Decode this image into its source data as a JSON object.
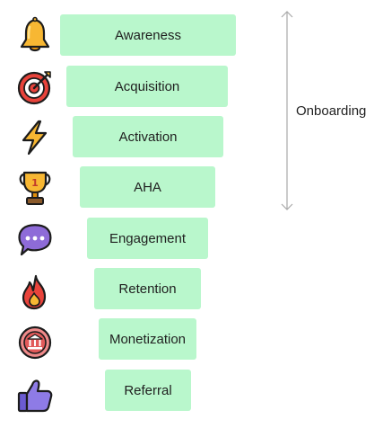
{
  "stages": [
    {
      "label": "Awareness",
      "icon": "bell-icon"
    },
    {
      "label": "Acquisition",
      "icon": "target-icon"
    },
    {
      "label": "Activation",
      "icon": "lightning-icon"
    },
    {
      "label": "AHA",
      "icon": "trophy-icon"
    },
    {
      "label": "Engagement",
      "icon": "chat-bubble-icon"
    },
    {
      "label": "Retention",
      "icon": "flame-icon"
    },
    {
      "label": "Monetization",
      "icon": "bank-icon"
    },
    {
      "label": "Referral",
      "icon": "thumbs-up-icon"
    }
  ],
  "bracket": {
    "label": "Onboarding",
    "first_stage": "Awareness",
    "last_stage": "AHA"
  },
  "colors": {
    "bar_fill": "#b9f7cc",
    "text": "#1f1f1f",
    "arrow": "#a9a9a9"
  },
  "icon_text": {
    "trophy_rank": "1"
  }
}
